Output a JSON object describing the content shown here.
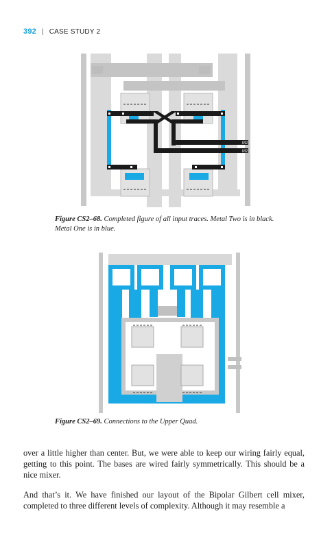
{
  "header": {
    "page_number": "392",
    "separator": "|",
    "running_title": "CASE STUDY 2"
  },
  "figure1": {
    "label": "Figure CS2–68.",
    "caption": "Completed figure of all input traces. Metal Two is in black. Metal One is in blue.",
    "trace_labels": [
      "M2",
      "M2"
    ]
  },
  "figure2": {
    "label": "Figure CS2–69.",
    "caption": "Connections to the Upper Quad."
  },
  "paragraphs": [
    "over a little higher than center. But, we were able to keep our wiring fairly equal, getting to this point. The bases are wired fairly symmetrically. This should be a nice mixer.",
    "And that’s it. We have finished our layout of the Bipolar Gilbert cell mixer, completed to three different levels of complexity. Although it may resemble a"
  ],
  "colors": {
    "metal_two": "#1a1a1a",
    "metal_one": "#19a9e5",
    "substrate": "#d4d4d4",
    "accent": "#1aa0d8"
  }
}
